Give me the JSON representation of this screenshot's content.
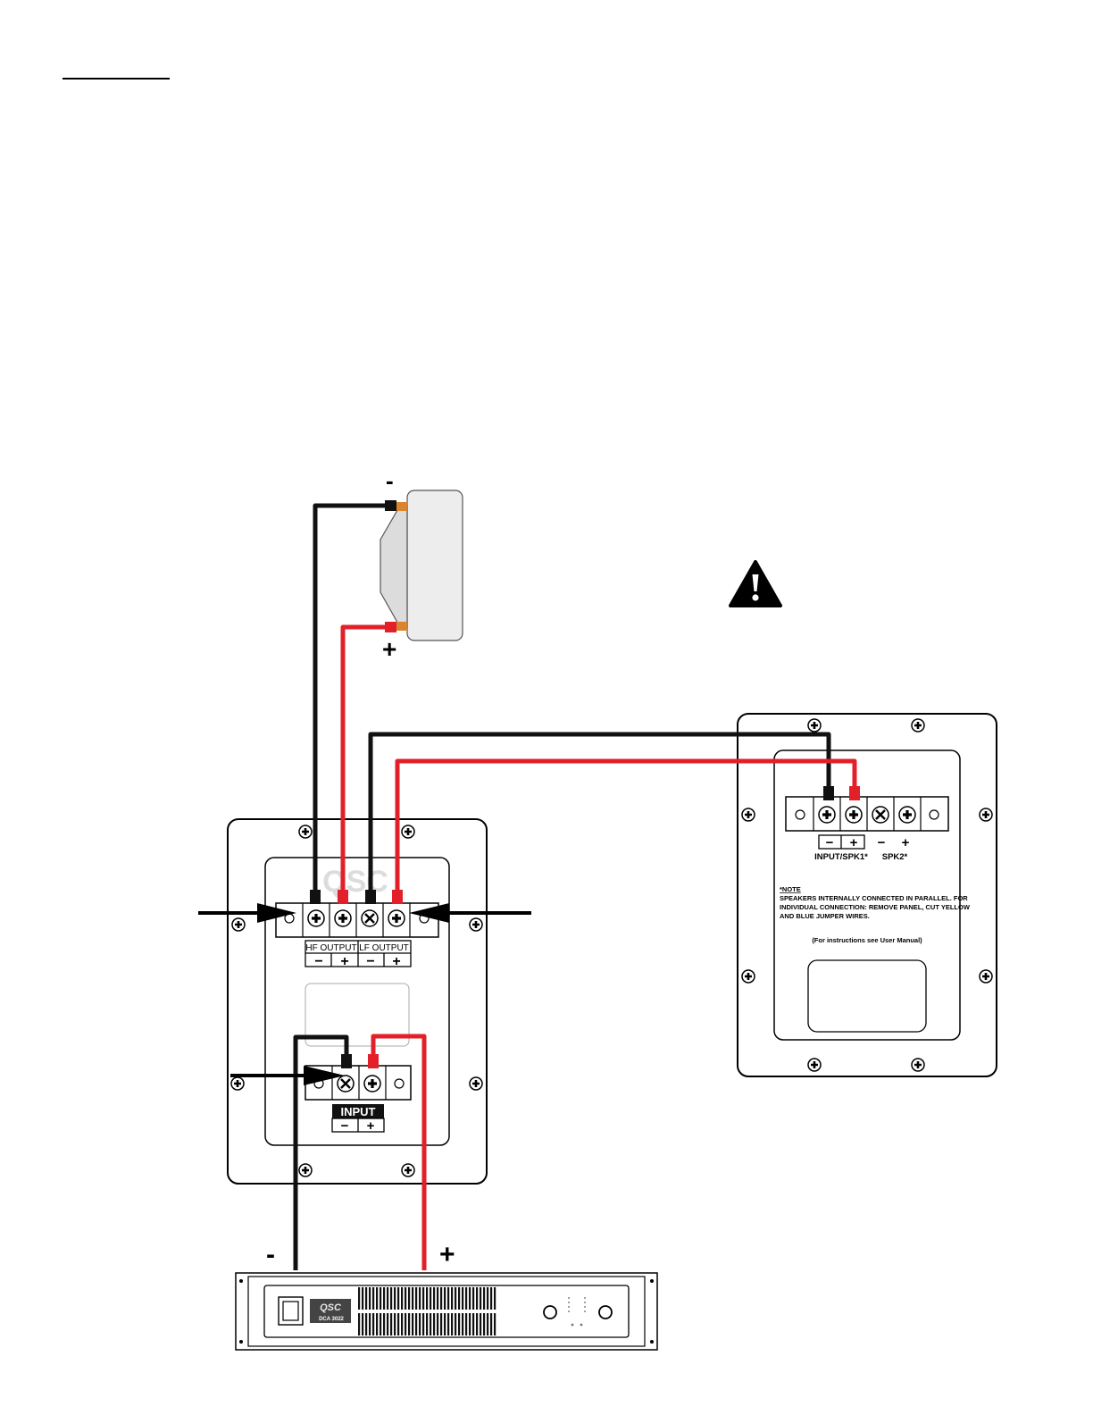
{
  "header_rule": "",
  "driver": {
    "minus": "-",
    "plus": "+"
  },
  "amplifier": {
    "brand": "QSC",
    "model": "DCA 3022",
    "minus": "-",
    "plus": "+"
  },
  "main_cabinet": {
    "logo": "QSC",
    "hf_output": "HF OUTPUT",
    "lf_output": "LF OUTPUT",
    "input": "INPUT",
    "minus": "−",
    "plus": "+"
  },
  "sub_cabinet": {
    "input_spk1": "INPUT/SPK1*",
    "spk2": "SPK2*",
    "minus": "−",
    "plus": "+",
    "note_title": "*NOTE",
    "note_line1": "SPEAKERS INTERNALLY CONNECTED IN PARALLEL. FOR",
    "note_line2": "INDIVIDUAL CONNECTION: REMOVE PANEL, CUT YELLOW",
    "note_line3": "AND BLUE JUMPER WIRES.",
    "instructions": "(For instructions see User Manual)"
  },
  "colors": {
    "wire_black": "#111111",
    "wire_red": "#e3202a",
    "panel": "#ffffff",
    "driver_fill": "#e6e6e6"
  },
  "icons": [
    "warning-icon",
    "screw-icon",
    "arrow-icon"
  ]
}
